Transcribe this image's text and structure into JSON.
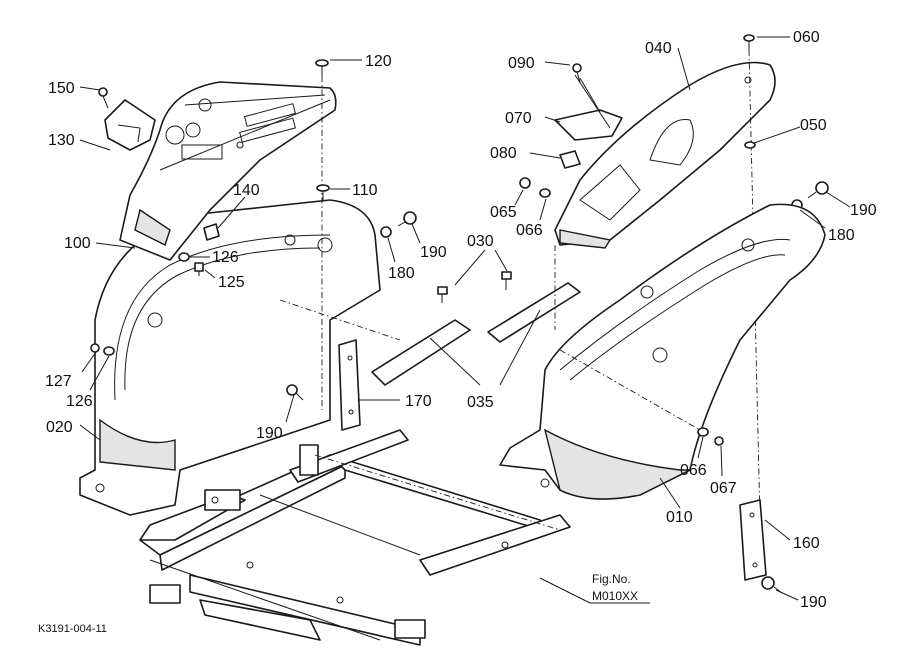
{
  "labels": {
    "l150": "150",
    "l130": "130",
    "l120": "120",
    "l110": "110",
    "l140": "140",
    "l100": "100",
    "l126a": "126",
    "l125": "125",
    "l180a": "180",
    "l190a": "190",
    "l127": "127",
    "l126b": "126",
    "l020": "020",
    "l190b": "190",
    "l170": "170",
    "l030": "030",
    "l035": "035",
    "l090": "090",
    "l040": "040",
    "l060": "060",
    "l070": "070",
    "l050": "050",
    "l080": "080",
    "l065": "065",
    "l066a": "066",
    "l190c": "190",
    "l180b": "180",
    "l066b": "066",
    "l067": "067",
    "l010": "010",
    "l160": "160",
    "l190d": "190"
  },
  "figure_ref": {
    "line1": "Fig.No.",
    "line2": "M010XX"
  },
  "drawing_code": "K3191-004-11"
}
